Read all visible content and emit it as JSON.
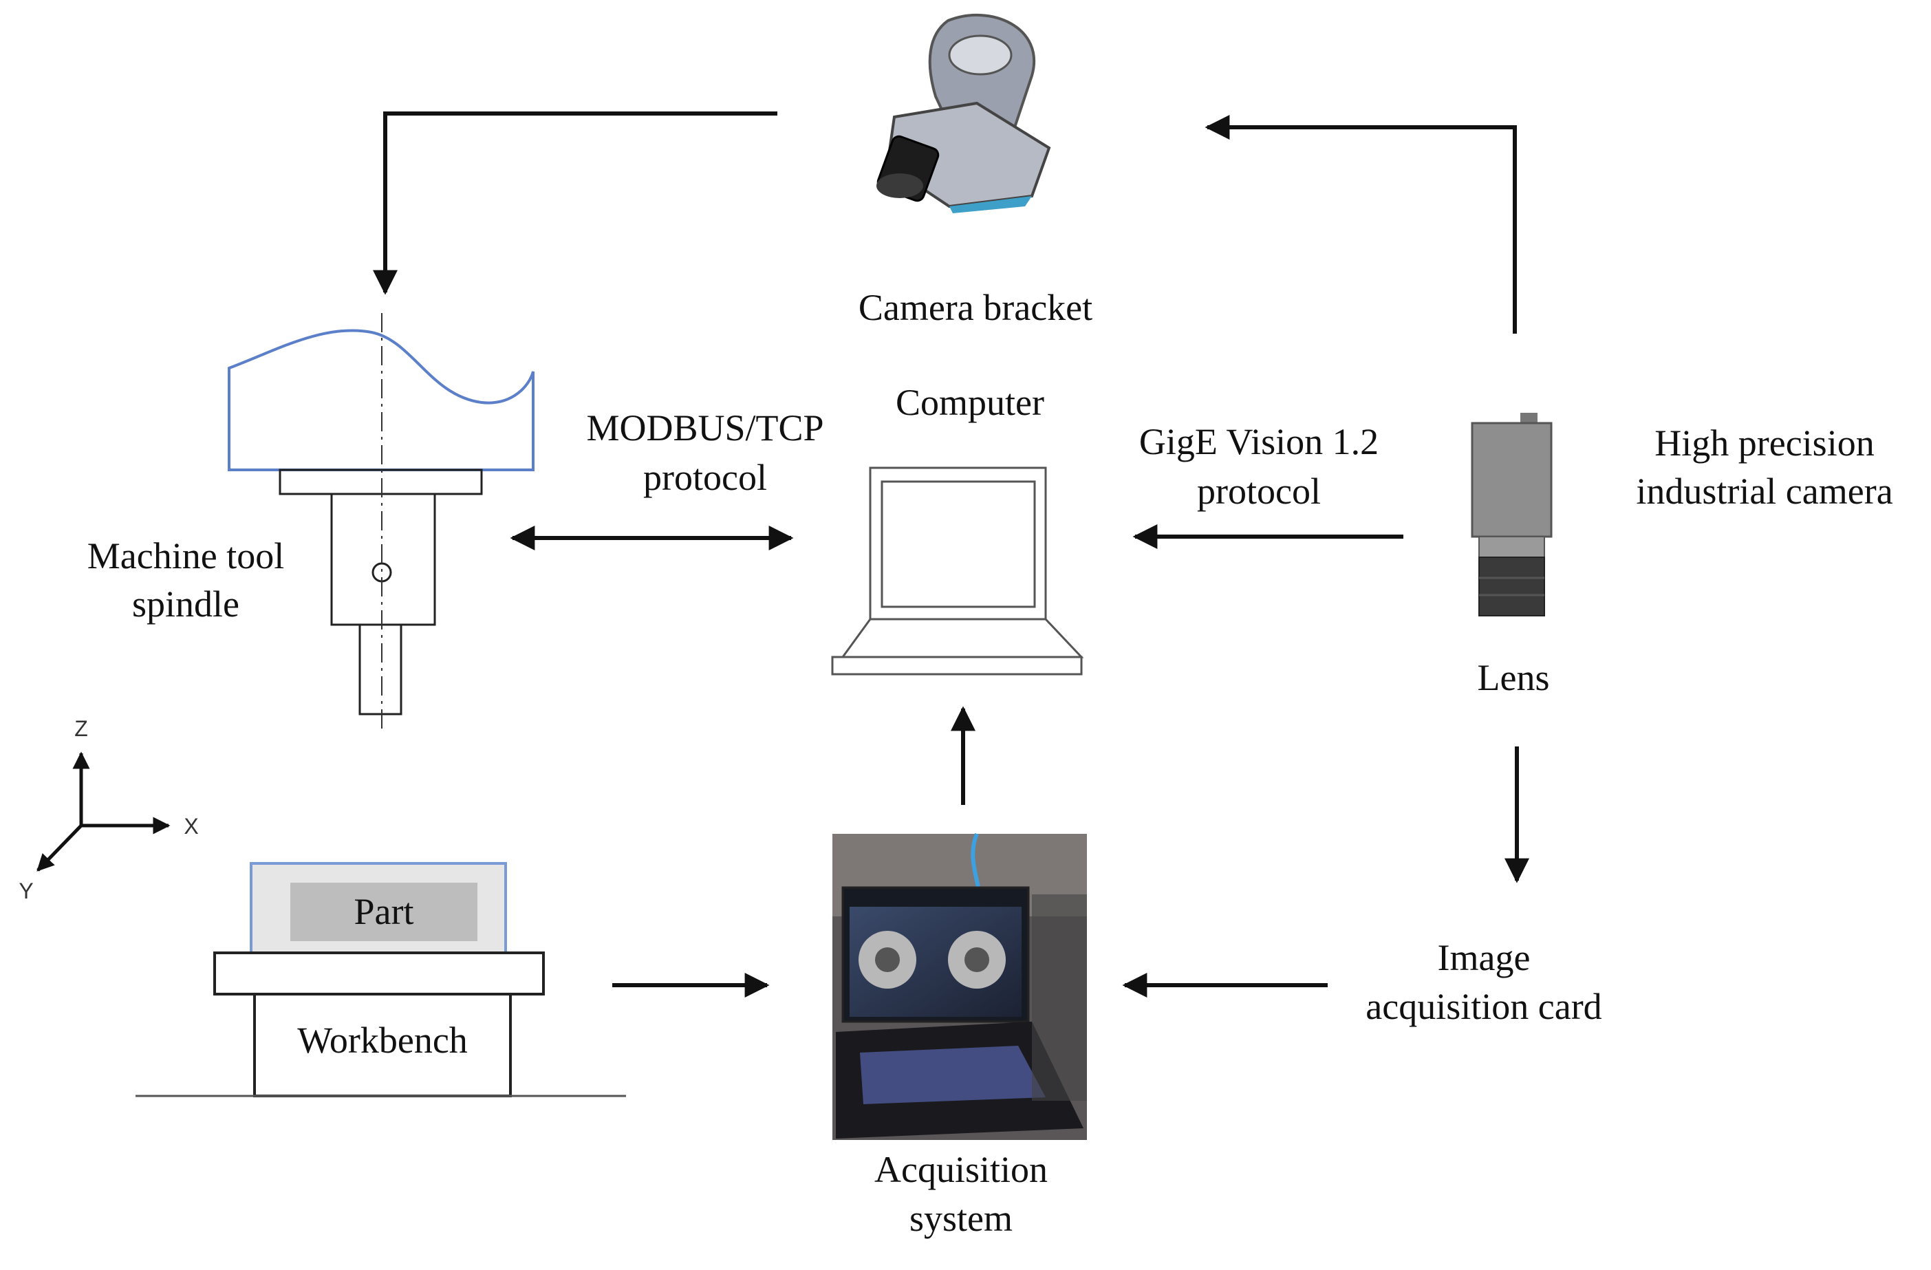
{
  "labels": {
    "camera_bracket": "Camera bracket",
    "computer": "Computer",
    "modbus_line1": "MODBUS/TCP",
    "modbus_line2": "protocol",
    "gige_line1": "GigE Vision 1.2",
    "gige_line2": "protocol",
    "camera_line1": "High precision",
    "camera_line2": "industrial camera",
    "lens": "Lens",
    "spindle_line1": "Machine tool",
    "spindle_line2": "spindle",
    "part": "Part",
    "workbench": "Workbench",
    "image_card_line1": "Image",
    "image_card_line2": "acquisition card",
    "acq_line1": "Acquisition",
    "acq_line2": "system"
  },
  "axes": {
    "z": "Z",
    "x": "X",
    "y": "Y"
  },
  "colors": {
    "line": "#111111",
    "spindle_outline": "#5b7fc9",
    "part_fill": "#bdbdbd",
    "part_outline": "#7a9ad6",
    "camera_body": "#8e8e8e"
  }
}
